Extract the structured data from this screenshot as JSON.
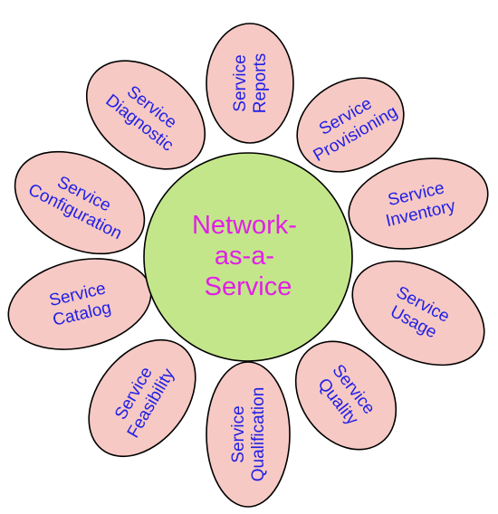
{
  "center": {
    "lines": [
      "Network-",
      "as-a-",
      "Service"
    ],
    "fill": "#c3e68a",
    "text_color": "#e020e6"
  },
  "petal_fill": "#f7c9c4",
  "petal_text_color": "#1f1fe6",
  "petals": [
    {
      "name": "service-reports",
      "lines": [
        "Service",
        "Reports"
      ]
    },
    {
      "name": "service-provisioning",
      "lines": [
        "Service",
        "Provisioning"
      ]
    },
    {
      "name": "service-inventory",
      "lines": [
        "Service",
        "Inventory"
      ]
    },
    {
      "name": "service-usage",
      "lines": [
        "Service",
        "Usage"
      ]
    },
    {
      "name": "service-quality",
      "lines": [
        "Service",
        "Quality"
      ]
    },
    {
      "name": "service-qualification",
      "lines": [
        "Service",
        "Qualification"
      ]
    },
    {
      "name": "service-feasibility",
      "lines": [
        "Service",
        "Feasibility"
      ]
    },
    {
      "name": "service-catalog",
      "lines": [
        "Service",
        "Catalog"
      ]
    },
    {
      "name": "service-configuration",
      "lines": [
        "Service",
        "Configuration"
      ]
    },
    {
      "name": "service-diagnostic",
      "lines": [
        "Service",
        "Diagnostic"
      ]
    }
  ]
}
